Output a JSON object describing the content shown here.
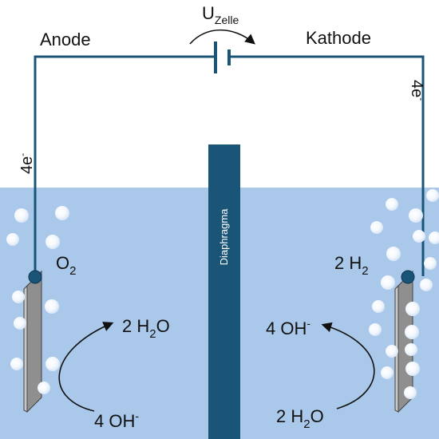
{
  "colors": {
    "electrolyte": "#a9c8ea",
    "wire": "#1a5578",
    "diaphragm": "#1a5578",
    "electrode_face": "#8f8f8f",
    "electrode_side": "#c8c8c8",
    "text": "#111111"
  },
  "labels": {
    "voltage_main": "U",
    "voltage_sub": "Zelle",
    "anode": "Anode",
    "cathode": "Kathode",
    "anode_electrons_main": "4e",
    "anode_electrons_sup": "-",
    "cathode_electrons_main": "4e",
    "cathode_electrons_sup": "-",
    "diaphragm": "Diaphragma",
    "anode_gas_main": "O",
    "anode_gas_sub": "2",
    "cathode_gas_main": "2 H",
    "cathode_gas_sub": "2",
    "anode_product_main": "2 H",
    "anode_product_sub": "2",
    "anode_product_tail": "O",
    "anode_reactant_main": "4 OH",
    "anode_reactant_sup": "-",
    "cathode_product_main": "4 OH",
    "cathode_product_sup": "-",
    "cathode_reactant_main": "2 H",
    "cathode_reactant_sub": "2",
    "cathode_reactant_tail": "O"
  }
}
